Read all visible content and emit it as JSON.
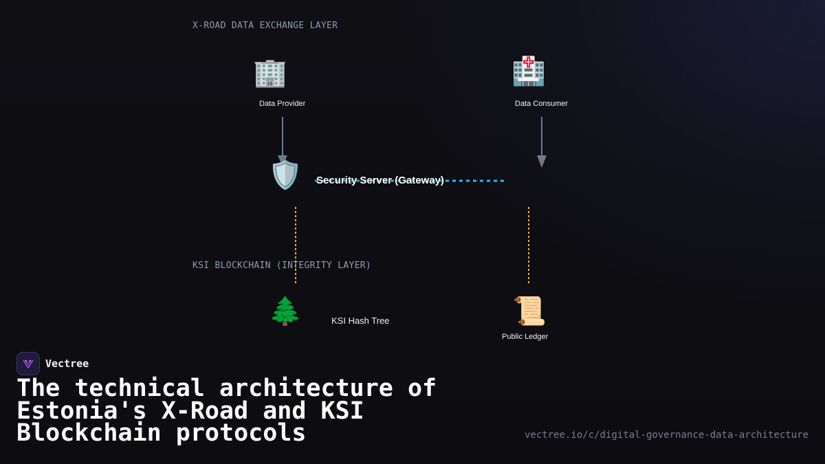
{
  "diagram": {
    "layers": {
      "xroad_title": "X-ROAD DATA EXCHANGE LAYER",
      "ksi_title": "KSI BLOCKCHAIN (INTEGRITY LAYER)"
    },
    "nodes": {
      "data_provider": {
        "icon": "🏢",
        "icon_name": "office-building-icon",
        "label": "Data Provider"
      },
      "data_consumer": {
        "icon": "🏥",
        "icon_name": "hospital-icon",
        "label": "Data Consumer"
      },
      "security_server": {
        "icon": "🛡️",
        "icon_name": "shield-icon",
        "label": "Security Server (Gateway)"
      },
      "ksi_hash_tree": {
        "icon": "🌲",
        "icon_name": "evergreen-tree-icon",
        "label": "KSI Hash Tree"
      },
      "public_ledger": {
        "icon": "📜",
        "icon_name": "scroll-icon",
        "label": "Public Ledger"
      }
    },
    "colors": {
      "arrow": "#6f7a8f",
      "gateway_link": "#29b6f6",
      "integrity_link": "#f0b429",
      "layer_title": "#8f9cb3"
    }
  },
  "brand": {
    "name": "Vectree",
    "logo_icon": "vectree-logo-icon",
    "logo_color": "#b04fe0"
  },
  "headline": "The technical architecture of Estonia's X-Road and KSI Blockchain protocols",
  "url": "vectree.io/c/digital-governance-data-architecture"
}
